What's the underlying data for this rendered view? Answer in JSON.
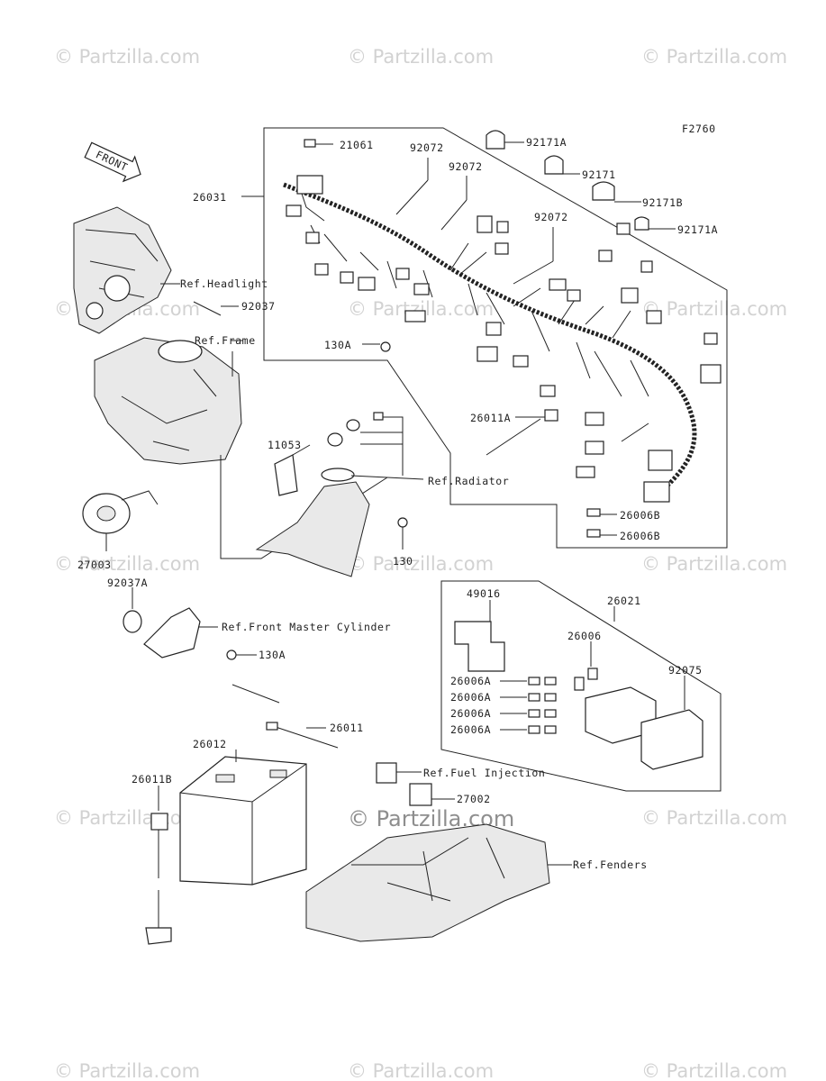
{
  "figure_code": "F2760",
  "front_arrow": "FRONT",
  "watermark": "© Partzilla.com",
  "part_labels": {
    "p21061": "21061",
    "p92072a": "92072",
    "p92072b": "92072",
    "p92072c": "92072",
    "p92171A_1": "92171A",
    "p92171": "92171",
    "p92171B": "92171B",
    "p92171A_2": "92171A",
    "p26031": "26031",
    "p92037": "92037",
    "p130A_1": "130A",
    "p26011A": "26011A",
    "p11053": "11053",
    "p26006B_1": "26006B",
    "p26006B_2": "26006B",
    "p130": "130",
    "p27003": "27003",
    "p92037A": "92037A",
    "p49016": "49016",
    "p26021": "26021",
    "p26006": "26006",
    "p26006A_1": "26006A",
    "p26006A_2": "26006A",
    "p26006A_3": "26006A",
    "p26006A_4": "26006A",
    "p92075": "92075",
    "p130A_2": "130A",
    "p26011": "26011",
    "p26012": "26012",
    "p26011B": "26011B",
    "p27002": "27002"
  },
  "reference_labels": {
    "headlight": "Ref.Headlight",
    "frame": "Ref.Frame",
    "radiator": "Ref.Radiator",
    "front_master_cylinder": "Ref.Front Master Cylinder",
    "fuel_injection": "Ref.Fuel Injection",
    "fenders": "Ref.Fenders"
  }
}
